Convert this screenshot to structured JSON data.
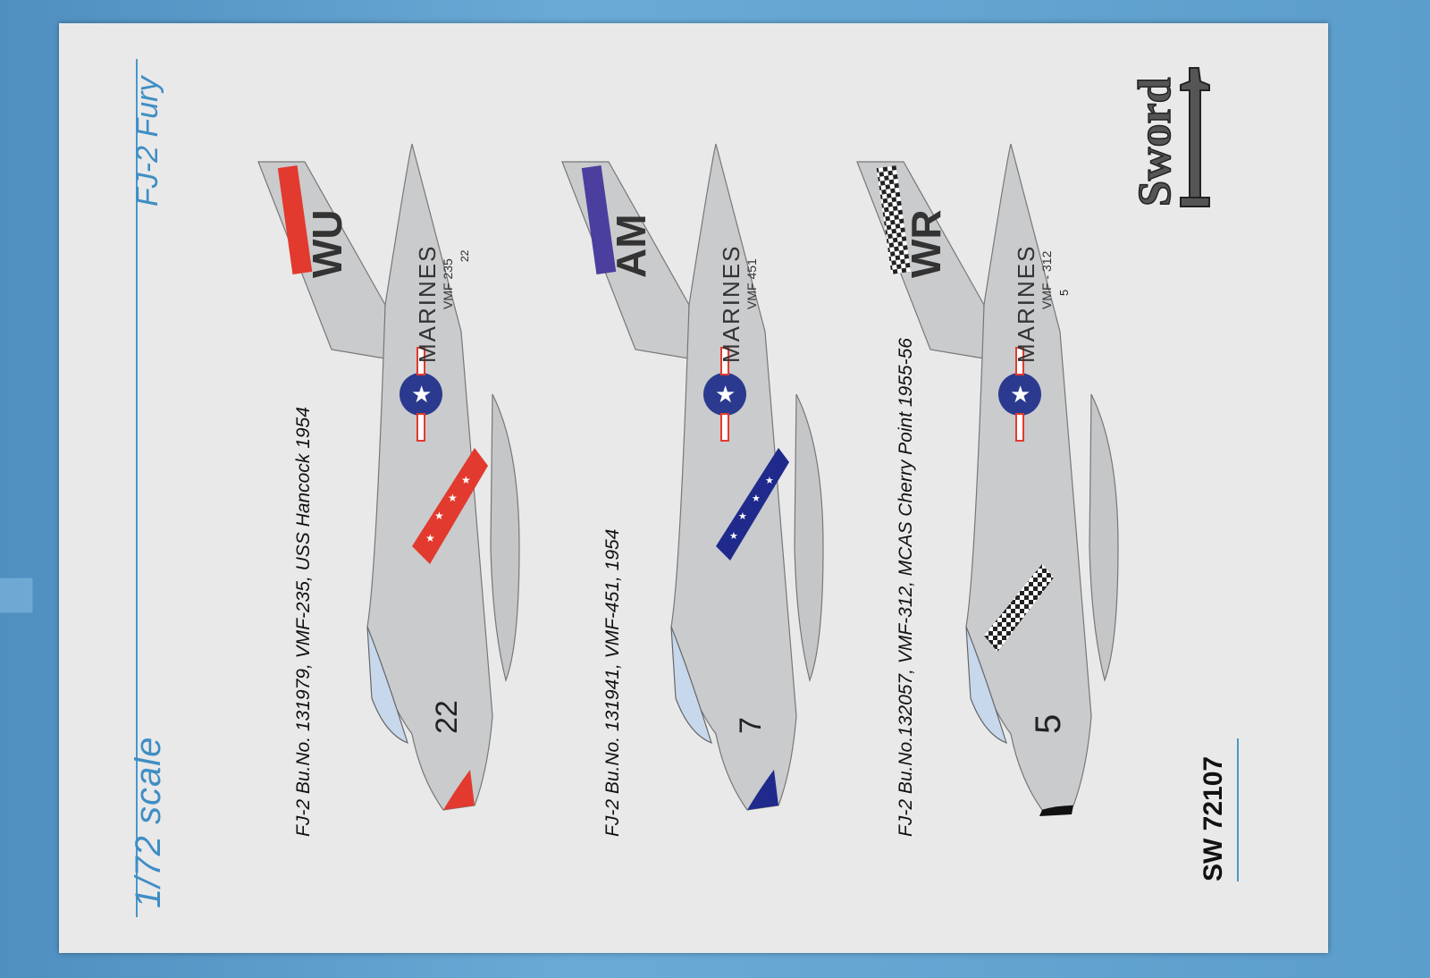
{
  "header": {
    "scale": "1/72 scale",
    "model": "FJ-2 Fury"
  },
  "kit_code": "SW 72107",
  "logo": {
    "text": "Sword"
  },
  "colors": {
    "box_blue": "#5d9cc8",
    "accent_blue": "#3f8ec4",
    "sheet": "#e9e9ea",
    "aircraft_silver": "#c9cbcd",
    "red": "#e23a2e",
    "navy": "#1f2a8c",
    "star_blue": "#2b3a8f"
  },
  "schemes": [
    {
      "caption": "FJ-2  Bu.No. 131979, VMF-235, USS Hancock 1954",
      "tail_code": "WU",
      "marines": "MARINES",
      "squadron": "VMF 235",
      "nose_number": "22",
      "side_number": "22",
      "band": "stars-red"
    },
    {
      "caption": "FJ-2  Bu.No. 131941, VMF-451, 1954",
      "tail_code": "AM",
      "marines": "MARINES",
      "squadron": "VMF 451",
      "nose_number": "7",
      "side_number": "",
      "band": "stars-blue"
    },
    {
      "caption": "FJ-2  Bu.No.132057, VMF-312, MCAS Cherry Point 1955-56",
      "tail_code": "WR",
      "marines": "MARINES",
      "squadron": "VMF - 312",
      "nose_number": "5",
      "side_number": "5",
      "band": "checker"
    }
  ]
}
